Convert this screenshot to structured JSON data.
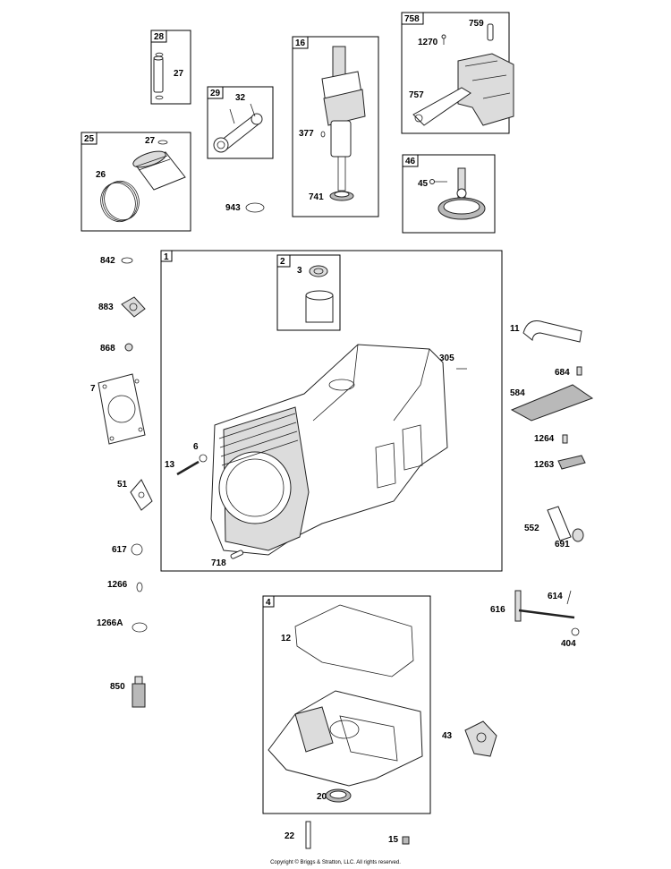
{
  "boxes": {
    "b28": "28",
    "b25": "25",
    "b29": "29",
    "b16": "16",
    "b758": "758",
    "b46": "46",
    "b1": "1",
    "b2": "2",
    "b4": "4"
  },
  "labels": {
    "p27a": "27",
    "p27b": "27",
    "p26": "26",
    "p32": "32",
    "p377": "377",
    "p741": "741",
    "p943": "943",
    "p759": "759",
    "p1270": "1270",
    "p757": "757",
    "p45": "45",
    "p842": "842",
    "p883": "883",
    "p868": "868",
    "p7": "7",
    "p51": "51",
    "p617": "617",
    "p1266": "1266",
    "p1266A": "1266A",
    "p850": "850",
    "p3": "3",
    "p305": "305",
    "p6": "6",
    "p13": "13",
    "p718": "718",
    "p11": "11",
    "p684": "684",
    "p584": "584",
    "p1264": "1264",
    "p1263": "1263",
    "p552": "552",
    "p691": "691",
    "p614": "614",
    "p616": "616",
    "p404": "404",
    "p12": "12",
    "p43": "43",
    "p20": "20",
    "p22": "22",
    "p15": "15"
  },
  "footer": {
    "copyright": "Copyright © Briggs & Stratton, LLC. All rights reserved."
  }
}
